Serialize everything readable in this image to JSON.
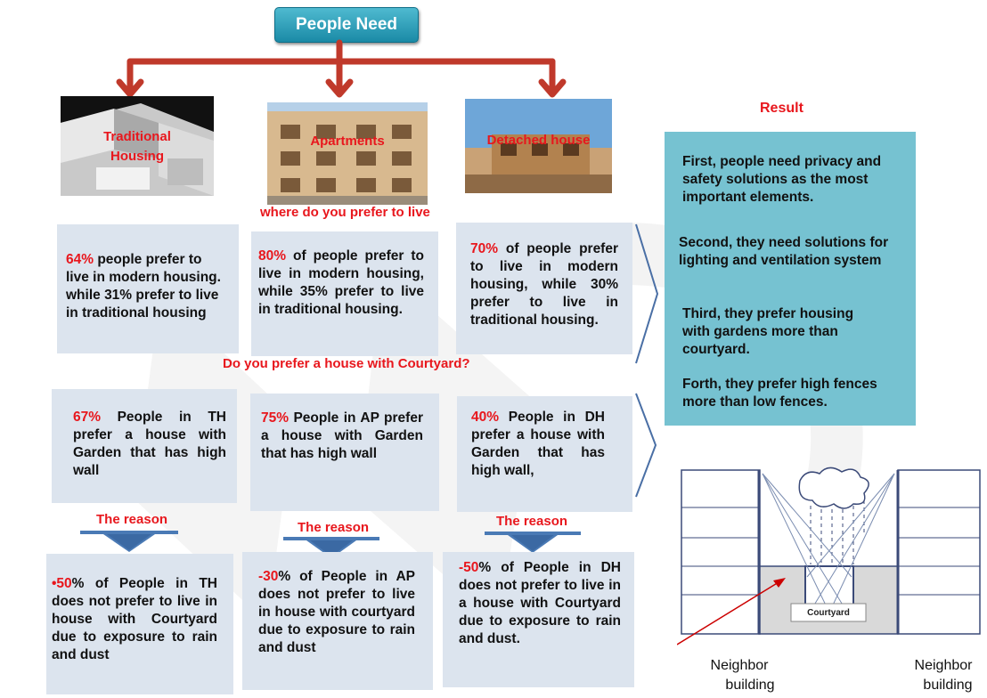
{
  "title": "People Need",
  "photos": [
    {
      "label_line1": "Traditional",
      "label_line2": "Housing"
    },
    {
      "label_line1": "Apartments",
      "label_line2": ""
    },
    {
      "label_line1": "Detached house",
      "label_line2": ""
    }
  ],
  "question1": "where do you prefer to live",
  "question2": "Do you prefer a house with Courtyard?",
  "row1": [
    {
      "pct": "64%",
      "text": " people prefer to live in modern housing. while 31% prefer to live in traditional housing"
    },
    {
      "pct": "80%",
      "text": " of people prefer to live in modern housing, while 35% prefer to live in traditional housing."
    },
    {
      "pct": "70%",
      "text": " of people prefer to live in modern housing, while 30% prefer to live in traditional housing."
    }
  ],
  "row2": [
    {
      "pct": "67%",
      "text": " People in TH prefer a house with Garden that has  high wall"
    },
    {
      "pct": "75%",
      "text": " People in AP prefer a house with Garden that has  high wall"
    },
    {
      "pct": "40%",
      "text": " People in DH prefer a house with Garden that has  high wall,"
    }
  ],
  "reason_label": "The reason",
  "row3": [
    {
      "pct": "•50",
      "text": "% of People in TH does not prefer to live in house with Courtyard due to exposure to rain and dust"
    },
    {
      "pct": "-30",
      "text": "% of People in AP does not prefer to live in house with courtyard due to exposure to rain and dust"
    },
    {
      "pct": "-50",
      "text": "% of People in DH does not prefer to live in a house with Courtyard due to exposure to rain and dust."
    }
  ],
  "result": {
    "heading": "Result",
    "items": [
      "First, people need privacy and safety solutions as the most important elements.",
      "Second, they  need solutions for lighting and ventilation system",
      "Third, they prefer housing with gardens more than courtyard.",
      "Forth, they prefer high fences more than  low fences."
    ]
  },
  "diagram": {
    "courtyard_label": "Courtyard",
    "neighbor_left_line1": "Neighbor",
    "neighbor_left_line2": "building",
    "neighbor_right_line1": "Neighbor",
    "neighbor_right_line2": "building"
  },
  "colors": {
    "accent_red": "#e8171d",
    "box_bg": "#dce4ee",
    "result_bg": "#76c2d1",
    "arrow_red": "#c0392b",
    "down_arrow_blue": "#4a7ab5"
  }
}
